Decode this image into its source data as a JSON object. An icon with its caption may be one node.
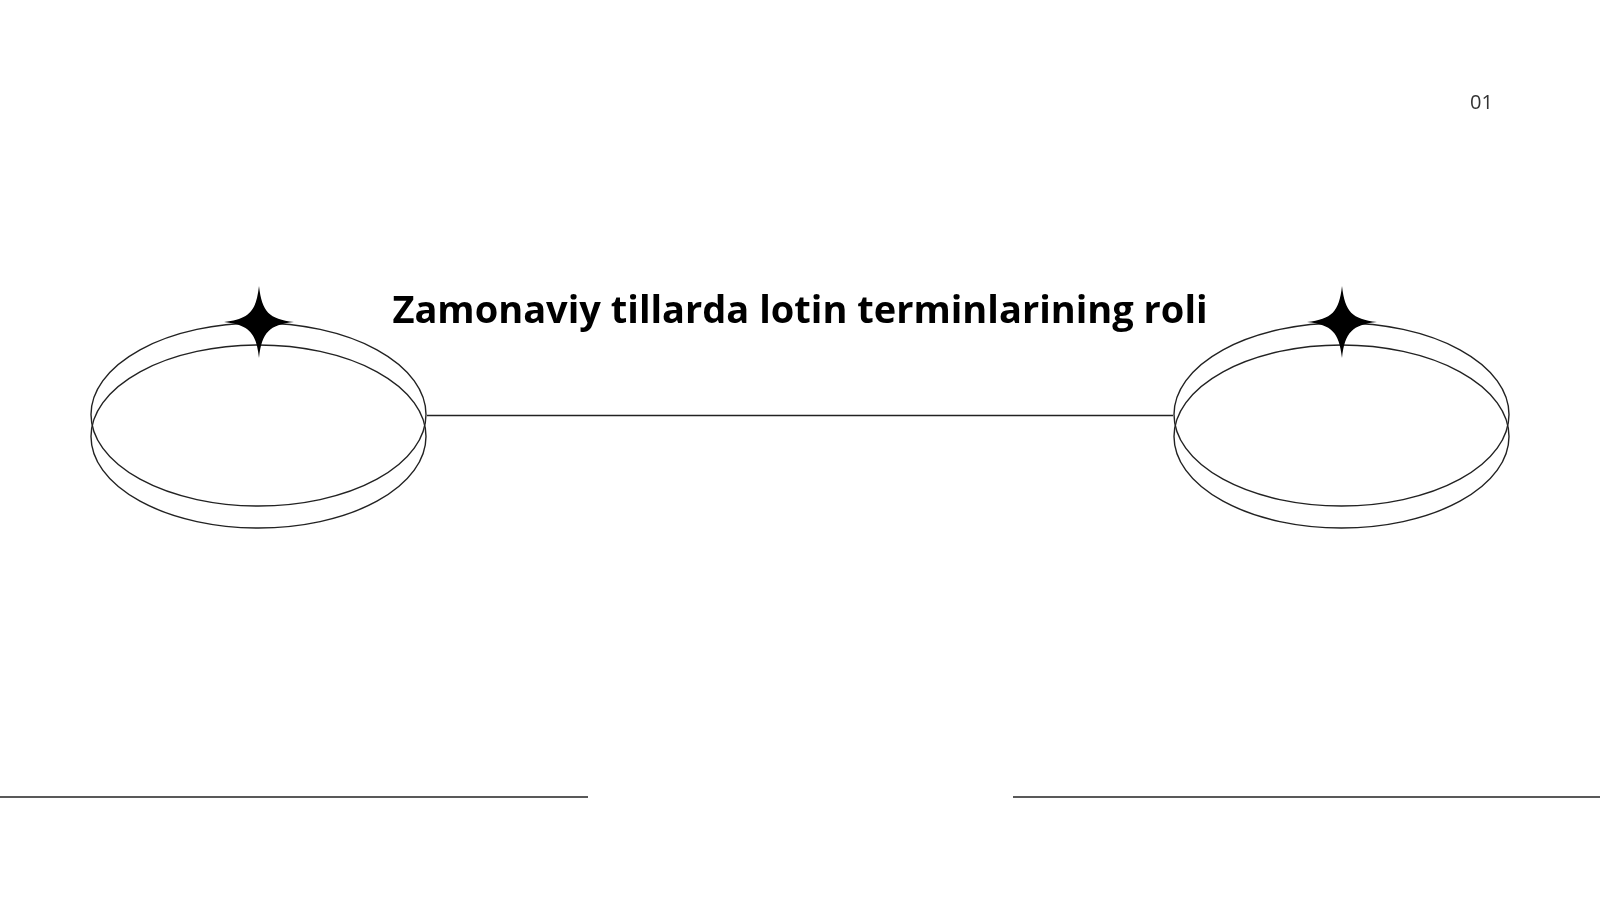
{
  "diagram": {
    "title": "Zamonaviy tillarda lotin terminlarining roli",
    "nodes": [
      {
        "text": [],
        "shape": "ellipse"
      },
      {
        "text": [],
        "shape": "ellipse"
      }
    ],
    "edges": [
      {
        "from": 0,
        "to": 1,
        "arrow": "none"
      }
    ],
    "labels": [
      "01"
    ]
  }
}
